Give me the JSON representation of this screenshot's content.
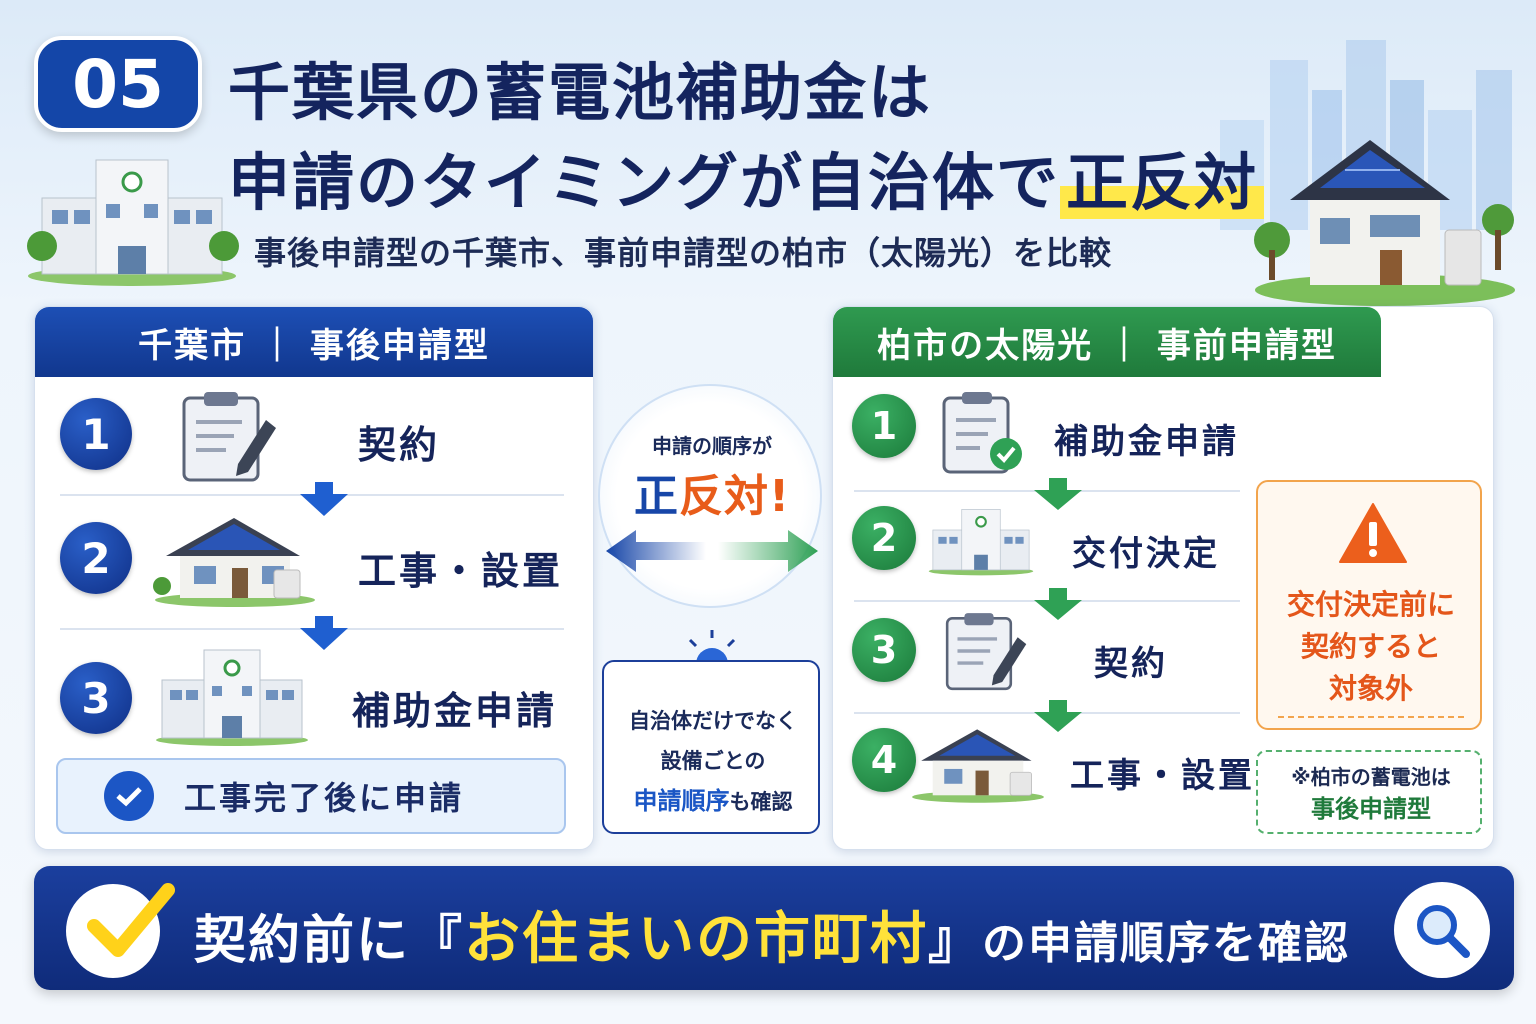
{
  "header": {
    "number": "05",
    "title_line1": "千葉県の蓄電池補助金は",
    "title_line2_pre": "申請のタイミングが自治体で",
    "title_line2_hl": "正反対",
    "subtitle": "事後申請型の千葉市、事前申請型の柏市（太陽光）を比較"
  },
  "left": {
    "heading": "千葉市 ｜ 事後申請型",
    "steps": [
      {
        "num": "1",
        "label": "契約",
        "icon": "clipboard-icon"
      },
      {
        "num": "2",
        "label": "工事・設置",
        "icon": "solar-house-icon"
      },
      {
        "num": "3",
        "label": "補助金申請",
        "icon": "city-hall-icon"
      }
    ],
    "note": "工事完了後に申請"
  },
  "center": {
    "small": "申請の順序が",
    "big_a": "正",
    "big_b": "反対!",
    "tip_line1": "自治体だけでなく",
    "tip_line2": "設備ごとの",
    "tip_hl": "申請順序",
    "tip_tail": "も確認"
  },
  "right": {
    "heading": "柏市の太陽光 ｜ 事前申請型",
    "steps": [
      {
        "num": "1",
        "label": "補助金申請",
        "icon": "clipboard-check-icon"
      },
      {
        "num": "2",
        "label": "交付決定",
        "icon": "city-hall-icon"
      },
      {
        "num": "3",
        "label": "契約",
        "icon": "clipboard-icon"
      },
      {
        "num": "4",
        "label": "工事・設置",
        "icon": "solar-house-icon"
      }
    ],
    "warning_line1": "交付決定前に",
    "warning_line2": "契約すると",
    "warning_line3": "対象外",
    "note_line1": "※柏市の蓄電池は",
    "note_line2": "事後申請型"
  },
  "banner": {
    "pre": "契約前に『",
    "hl": "お住まいの市町村",
    "mid": "』",
    "post": "の申請順序を確認"
  },
  "colors": {
    "navy": "#14245e",
    "blue": "#1446a8",
    "green": "#2f9a50",
    "orange": "#e85c1a",
    "yellow": "#ffe23a"
  }
}
